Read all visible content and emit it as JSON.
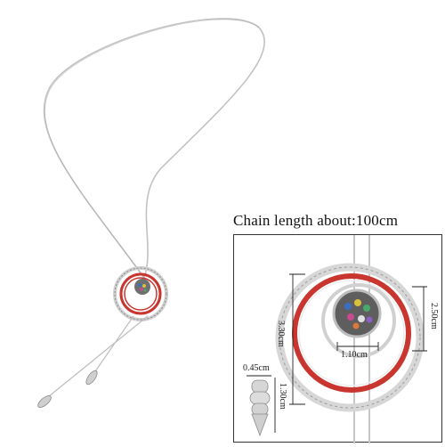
{
  "caption": "Chain length about:100cm",
  "dimensions": {
    "pendant_height": "3.30cm",
    "center_disc_width": "1.10cm",
    "inner_ring_height": "2.50cm",
    "tassel_width": "0.45cm",
    "tassel_height": "1.30cm"
  },
  "colors": {
    "silver": "#c9c9c9",
    "enamel_red": "#c8362f",
    "background": "#ffffff",
    "frame": "#333333"
  }
}
